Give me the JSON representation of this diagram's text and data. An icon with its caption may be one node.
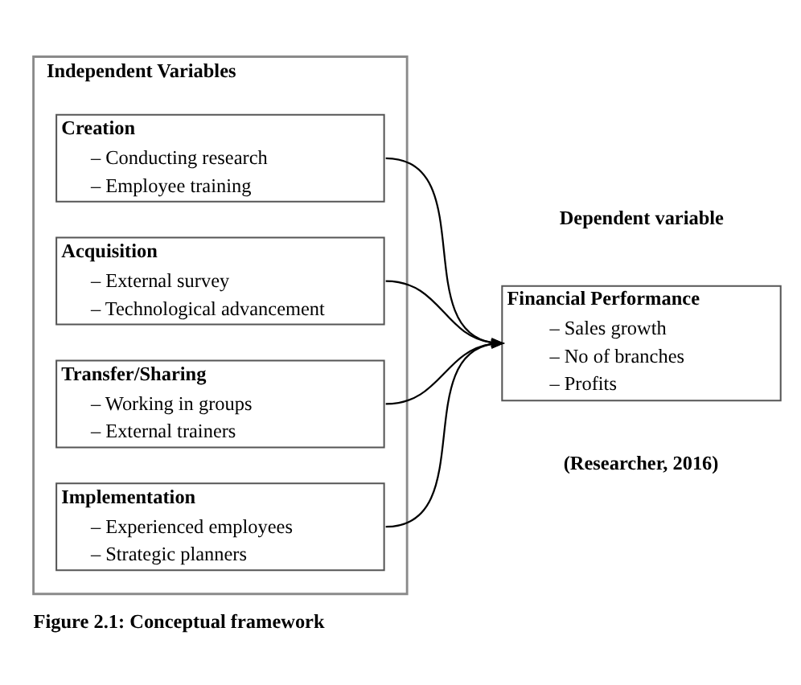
{
  "diagram": {
    "caption": "Figure 2.1: Conceptual framework",
    "nodes": [
      {
        "text": [
          "Independent Variables"
        ]
      },
      {
        "text": [
          "Creation",
          "– Conducting research",
          "– Employee training"
        ],
        "in": 0
      },
      {
        "text": [
          "Acquisition",
          "– External survey",
          "– Technological advancement"
        ],
        "in": 0
      },
      {
        "text": [
          "Transfer/Sharing",
          "– Working in groups",
          "– External trainers"
        ],
        "in": 0
      },
      {
        "text": [
          "Implementation",
          "– Experienced employees",
          "– Strategic planners"
        ],
        "in": 0
      },
      {
        "text": [
          "Financial Performance",
          "– Sales growth",
          "– No of branches",
          "– Profits"
        ]
      }
    ],
    "edges": [
      {
        "from": 1,
        "to": 5,
        "arrow": "to"
      },
      {
        "from": 2,
        "to": 5,
        "arrow": "to"
      },
      {
        "from": 3,
        "to": 5,
        "arrow": "to"
      },
      {
        "from": 4,
        "to": 5,
        "arrow": "to"
      }
    ],
    "labels": [
      "Dependent variable",
      "(Researcher, 2016)"
    ]
  }
}
